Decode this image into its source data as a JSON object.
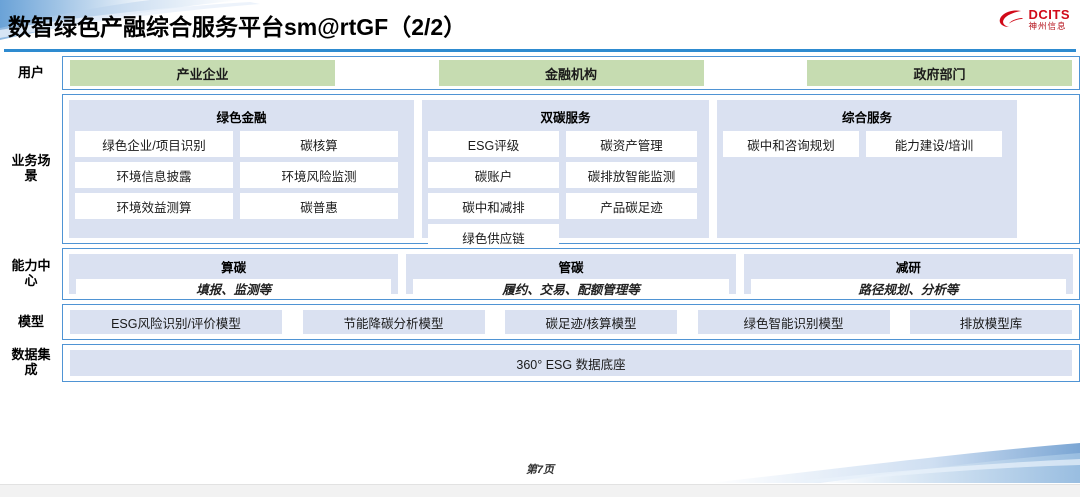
{
  "header": {
    "title": "数智绿色产融综合服务平台sm@rtGF（2/2）",
    "logo_name": "DCITS",
    "logo_sub": "神州信息",
    "brand_red": "#d10a19",
    "rule_blue": "#2e8bd0"
  },
  "colors": {
    "user_chip": "#c6dcb1",
    "panel_bg": "#dae1f1",
    "tile_bg": "#ffffff",
    "border_blue": "#4f94d4"
  },
  "rows": {
    "users": {
      "label": "用户",
      "chips": [
        "产业企业",
        "金融机构",
        "政府部门"
      ]
    },
    "scenarios": {
      "label": "业务场\n景",
      "label_line1": "业务场",
      "label_line2": "景",
      "panels": [
        {
          "title": "绿色金融",
          "tiles": [
            "绿色企业/项目识别",
            "碳核算",
            "环境信息披露",
            "环境风险监测",
            "环境效益测算",
            "碳普惠"
          ]
        },
        {
          "title": "双碳服务",
          "tiles": [
            "ESG评级",
            "碳资产管理",
            "碳账户",
            "碳排放智能监测",
            "碳中和减排",
            "产品碳足迹",
            "绿色供应链"
          ]
        },
        {
          "title": "综合服务",
          "tiles": [
            "碳中和咨询规划",
            "能力建设/培训"
          ]
        }
      ]
    },
    "capability": {
      "label_line1": "能力中",
      "label_line2": "心",
      "panels": [
        {
          "title": "算碳",
          "subtitle": "填报、监测等"
        },
        {
          "title": "管碳",
          "subtitle": "履约、交易、配额管理等"
        },
        {
          "title": "减研",
          "subtitle": "路径规划、分析等"
        }
      ]
    },
    "model": {
      "label": "模型",
      "chips": [
        "ESG风险识别/评价模型",
        "节能降碳分析模型",
        "碳足迹/核算模型",
        "绿色智能识别模型",
        "排放模型库"
      ]
    },
    "data": {
      "label_line1": "数据集",
      "label_line2": "成",
      "bar": "360° ESG 数据底座"
    }
  },
  "footer": {
    "page": "第7页"
  }
}
